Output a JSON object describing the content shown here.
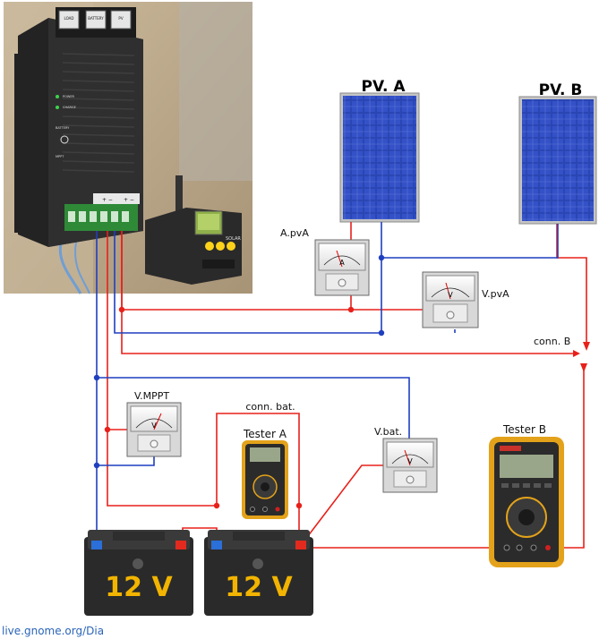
{
  "labels": {
    "pv_a": "PV. A",
    "pv_b": "PV. B",
    "a_pva": "A.pvA",
    "v_pva": "V.pvA",
    "conn_b": "conn. B",
    "v_mppt": "V.MPPT",
    "conn_bat": "conn. bat.",
    "tester_a": "Tester A",
    "v_bat": "V.bat.",
    "tester_b": "Tester B",
    "battery_1": "12 V",
    "battery_2": "12 V"
  },
  "controller": {
    "terminals": [
      "LOAD",
      "BATTERY",
      "PV"
    ],
    "device_labels": [
      "POWER",
      "CHARGE",
      "BATTERY",
      "MPPT"
    ],
    "charger_brand": "SOLAR"
  },
  "meters": {
    "analog_letter_v": "V",
    "analog_letter_a": "A"
  },
  "credit": "live.gnome.org/Dia",
  "colors": {
    "wire_red": "#e8201a",
    "wire_blue": "#1f3fc0",
    "panel_blue": "#2a46b3",
    "battery_text": "#f2b400"
  }
}
